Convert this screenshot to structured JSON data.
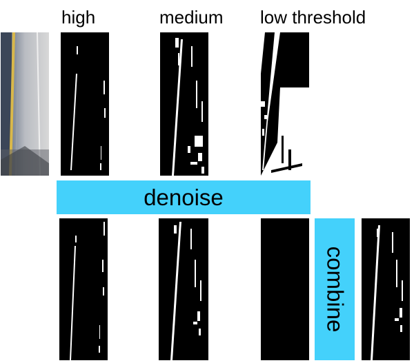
{
  "columns": {
    "high": "high",
    "medium": "medium",
    "low": "low threshold"
  },
  "steps": {
    "denoise": "denoise",
    "combine": "combine"
  },
  "colors": {
    "step_fill": "#44d1fb",
    "panel_bg": "#000000",
    "lane_line": "#ffffff"
  },
  "panels": {
    "top": [
      "original-road-crop",
      "high-threshold-mask",
      "medium-threshold-mask",
      "low-threshold-mask"
    ],
    "bottom": [
      "high-denoised-mask",
      "medium-denoised-mask",
      "low-denoised-mask",
      "combined-mask"
    ]
  }
}
